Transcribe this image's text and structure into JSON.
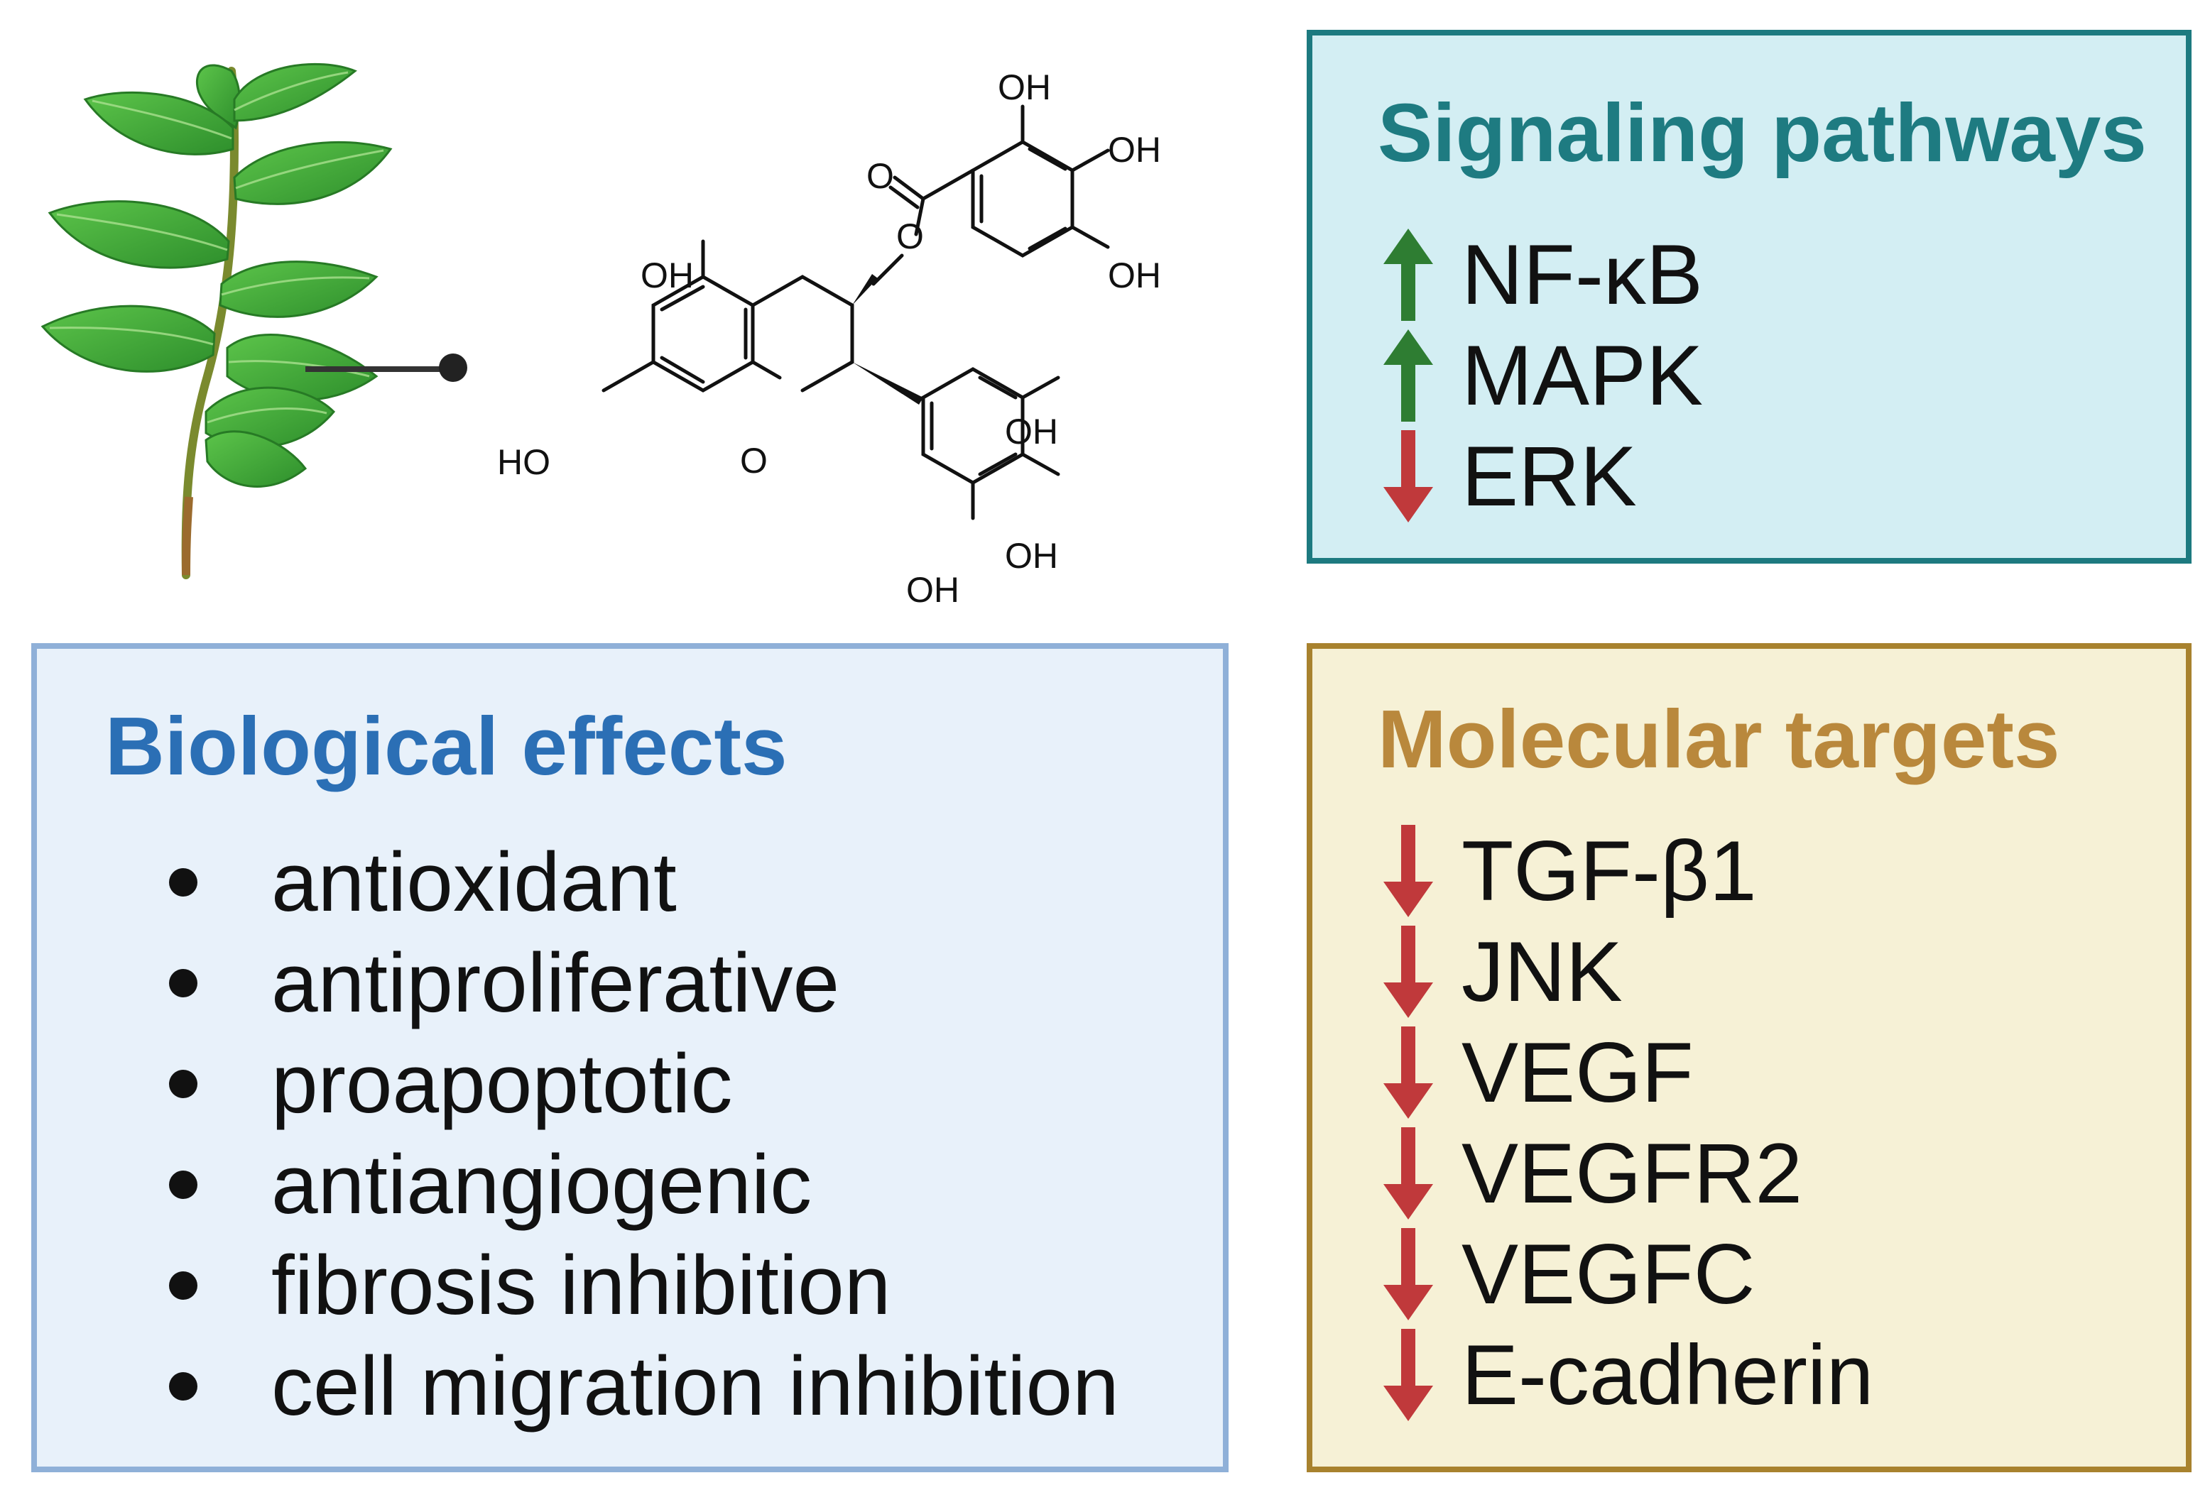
{
  "colors": {
    "up_arrow": "#2e7d32",
    "down_arrow": "#c0393b",
    "pathways_bg": "#d3eef3",
    "pathways_border": "#1d7a80",
    "effects_bg": "#e8f1fa",
    "effects_border": "#8fb0d8",
    "targets_bg": "#f6f1d6",
    "targets_border": "#a8822e"
  },
  "molecule": {
    "labels": [
      "OH",
      "OH",
      "OH",
      "O",
      "OH",
      "O",
      "HO",
      "O",
      "OH",
      "OH",
      "OH"
    ]
  },
  "signaling": {
    "title": "Signaling pathways",
    "items": [
      {
        "label": "NF-κB",
        "direction": "up"
      },
      {
        "label": "MAPK",
        "direction": "up"
      },
      {
        "label": "ERK",
        "direction": "down"
      }
    ]
  },
  "effects": {
    "title": "Biological effects",
    "items": [
      "antioxidant",
      "antiproliferative",
      "proapoptotic",
      "antiangiogenic",
      "fibrosis inhibition",
      "cell migration inhibition"
    ]
  },
  "targets": {
    "title": "Molecular targets",
    "items": [
      {
        "label": "TGF-β1",
        "direction": "down"
      },
      {
        "label": "JNK",
        "direction": "down"
      },
      {
        "label": "VEGF",
        "direction": "down"
      },
      {
        "label": "VEGFR2",
        "direction": "down"
      },
      {
        "label": "VEGFC",
        "direction": "down"
      },
      {
        "label": "E-cadherin",
        "direction": "down"
      }
    ]
  }
}
